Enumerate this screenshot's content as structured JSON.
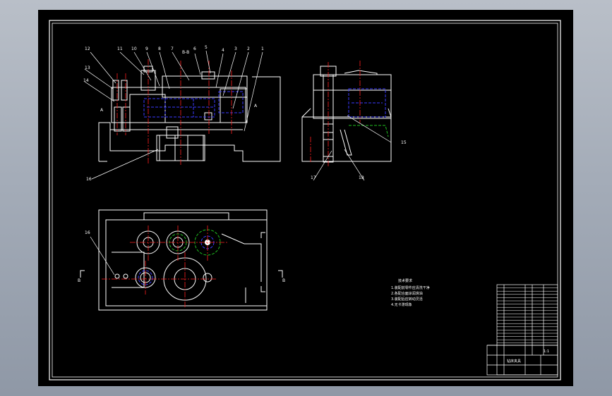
{
  "colors": {
    "viewport_bg": "#a8b0bc",
    "sheet": "#000000",
    "line": "#ffffff",
    "center_line": "#ff2020",
    "hidden_line": "#3a3aff",
    "gear_dash": "#20c020"
  },
  "views": {
    "front": {
      "section_label": "B-B",
      "callouts": [
        "12",
        "11",
        "10",
        "9",
        "8",
        "7",
        "6",
        "5",
        "4",
        "3",
        "2",
        "1",
        "13",
        "14",
        "16"
      ],
      "section_marker": "A"
    },
    "side": {
      "callouts": [
        "18",
        "17",
        "15"
      ]
    },
    "top": {
      "callouts": [
        "16"
      ],
      "cut_marker": "B"
    }
  },
  "notes": {
    "title": "技术要求",
    "lines": [
      "1.装配前零件应清洗干净",
      "2.各配合面涂润滑油",
      "3.装配后应转动灵活",
      "4.无卡滞现象"
    ]
  },
  "title_block": {
    "drawing_name": "钻床夹具",
    "scale": "1:1"
  }
}
